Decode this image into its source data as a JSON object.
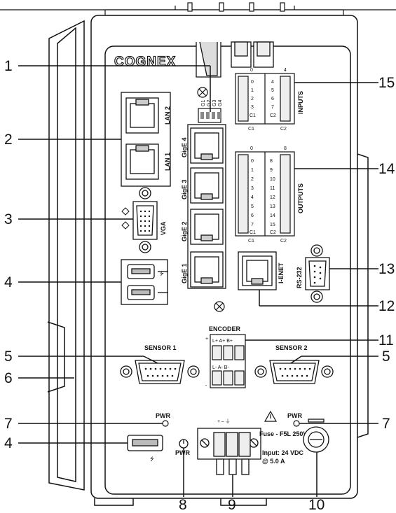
{
  "brand": {
    "logo": "COGNEX"
  },
  "inputs": {
    "title": "INPUTS",
    "col1_head": "0",
    "col2_head": "4",
    "col1": [
      "0",
      "1",
      "2",
      "3",
      "C1"
    ],
    "col2": [
      "4",
      "5",
      "6",
      "7",
      "C2"
    ],
    "foot1": "C1",
    "foot2": "C2"
  },
  "outputs": {
    "title": "OUTPUTS",
    "col1_head": "0",
    "col2_head": "8",
    "col1": [
      "0",
      "1",
      "2",
      "3",
      "4",
      "5",
      "6",
      "7",
      "C1"
    ],
    "col2": [
      "8",
      "9",
      "10",
      "11",
      "12",
      "13",
      "14",
      "15",
      "C2"
    ],
    "foot1": "C1",
    "foot2": "C2"
  },
  "leds": [
    "G1",
    "G2",
    "G3",
    "G4"
  ],
  "ports": {
    "lan2": "LAN 2",
    "lan1": "LAN 1",
    "gige4": "GigE 4",
    "gige3": "GigE 3",
    "gige2": "GigE 2",
    "gige1": "GigE 1",
    "vga": "VGA",
    "ienet": "I-ENET",
    "rs232": "RS-232",
    "sensor1": "SENSOR 1",
    "sensor2": "SENSOR 2",
    "pwr_left": "PWR",
    "pwr_right": "PWR",
    "pwr_button": "PWR"
  },
  "encoder": {
    "title": "ENCODER",
    "top_pins": "L+ A+ B+",
    "bottom_pins": "L- A- B-",
    "plus": "+",
    "minus": "-"
  },
  "power": {
    "fuse": "Fuse - F5L 250V",
    "input_line1": "Input: 24 VDC",
    "input_line2": "@ 5.0 A"
  },
  "callouts": [
    "1",
    "2",
    "3",
    "4",
    "4",
    "5",
    "5",
    "6",
    "7",
    "7",
    "8",
    "9",
    "10",
    "11",
    "12",
    "13",
    "14",
    "15"
  ]
}
